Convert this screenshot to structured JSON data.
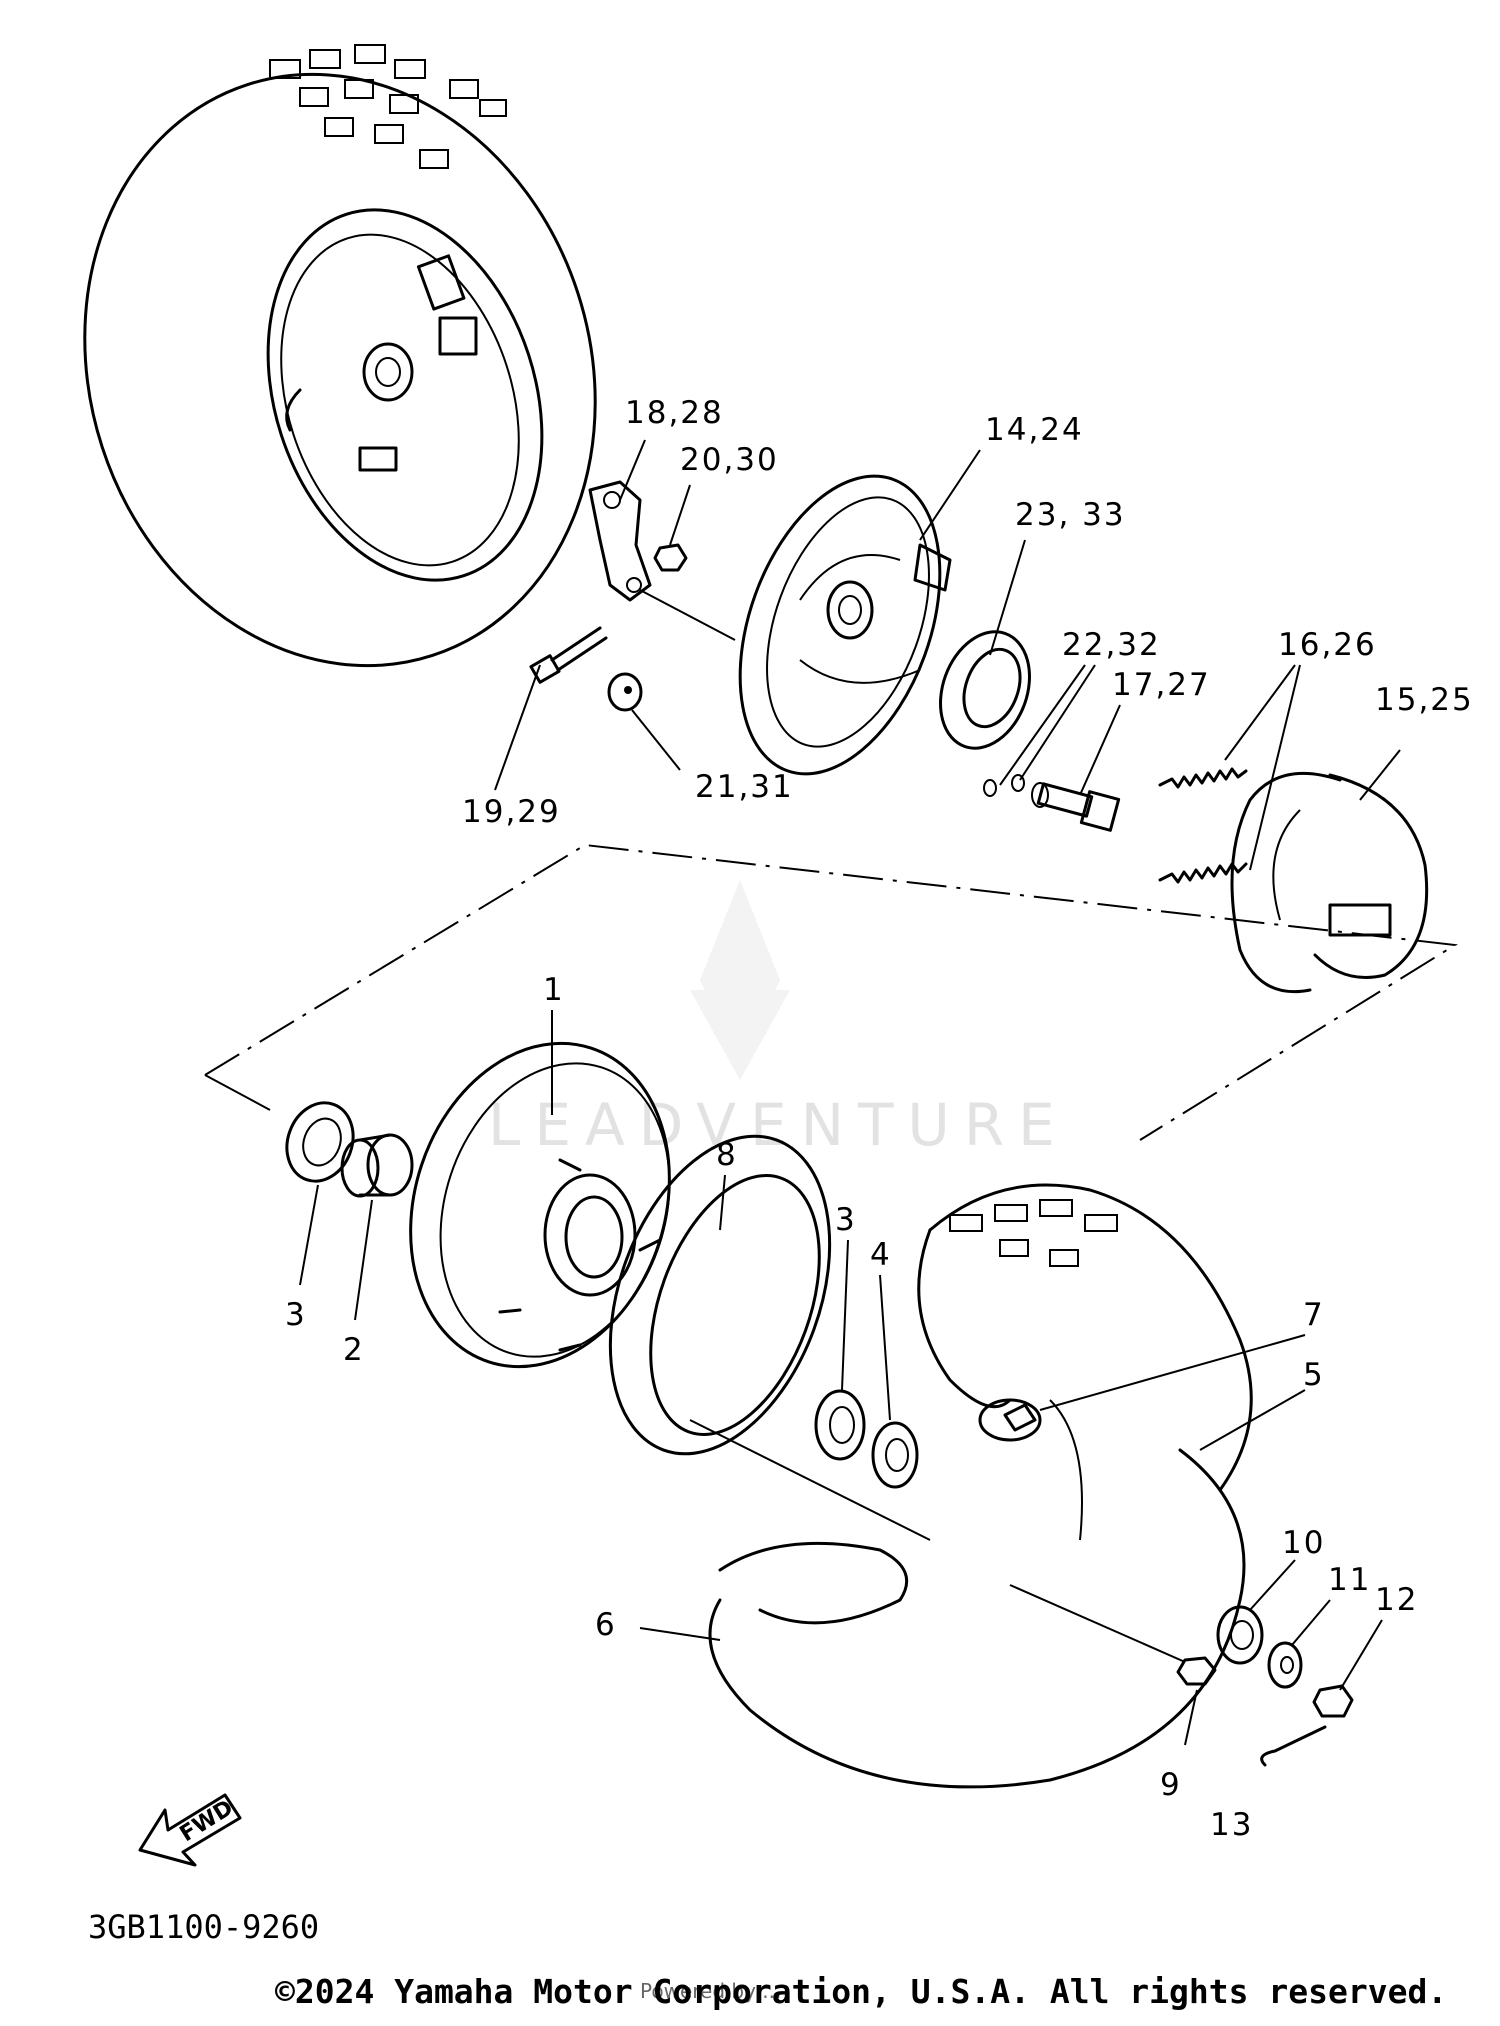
{
  "diagram_code": "3GB1100-9260",
  "copyright": "©2024 Yamaha Motor Corporation, U.S.A. All rights reserved.",
  "overlay_text": "Powered by ...",
  "watermark": "LEADVENTURE",
  "fwd_label": "FWD",
  "callouts": {
    "c1": "1",
    "c2": "2",
    "c3a": "3",
    "c3b": "3",
    "c4": "4",
    "c5": "5",
    "c6": "6",
    "c7": "7",
    "c8": "8",
    "c9": "9",
    "c10": "10",
    "c11": "11",
    "c12": "12",
    "c13": "13",
    "c14_24": "14,24",
    "c15_25": "15,25",
    "c16_26": "16,26",
    "c17_27": "17,27",
    "c18_28": "18,28",
    "c19_29": "19,29",
    "c20_30": "20,30",
    "c21_31": "21,31",
    "c22_32": "22,32",
    "c23_33": "23, 33"
  }
}
